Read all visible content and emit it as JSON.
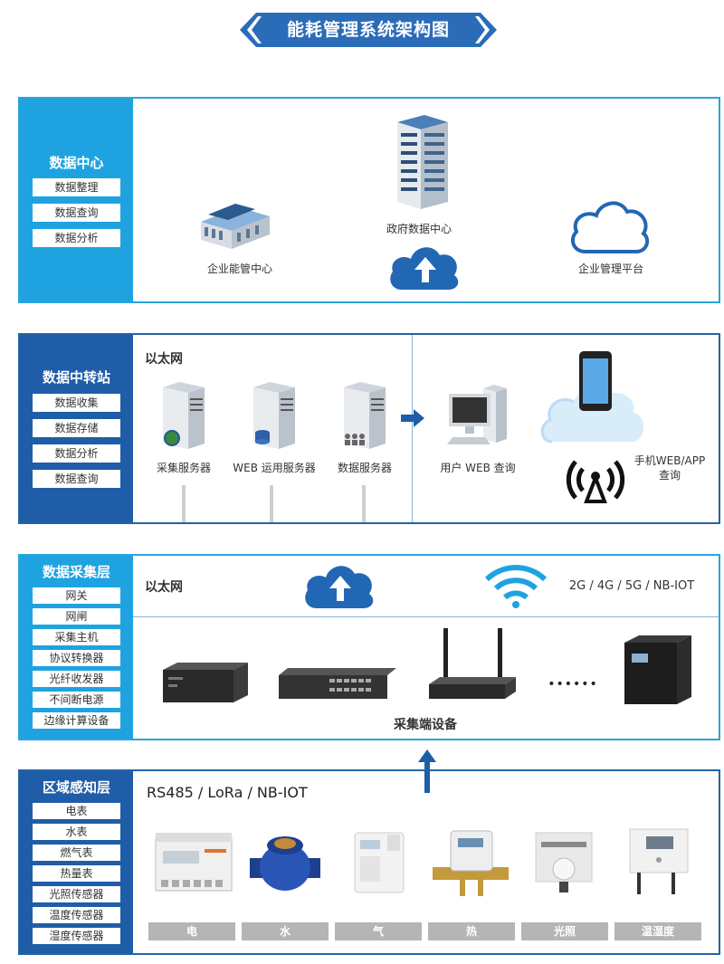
{
  "title": "能耗管理系统架构图",
  "colors": {
    "primary": "#1f5da8",
    "light": "#1fa3e0",
    "border_light": "#2ba3dd",
    "border_dark": "#2463a7"
  },
  "layers": {
    "data_center": {
      "title": "数据中心",
      "items": [
        "数据整理",
        "数据查询",
        "数据分析"
      ],
      "nodes": {
        "enterprise": "企业能管中心",
        "government": "政府数据中心",
        "platform": "企业管理平台"
      }
    },
    "transfer": {
      "title": "数据中转站",
      "items": [
        "数据收集",
        "数据存储",
        "数据分析",
        "数据查询"
      ],
      "ethernet": "以太网",
      "servers": [
        "采集服务器",
        "WEB 运用服务器",
        "数据服务器"
      ],
      "user_query": "用户 WEB 查询",
      "mobile_query_1": "手机WEB/APP",
      "mobile_query_2": "查询"
    },
    "collection": {
      "title": "数据采集层",
      "items": [
        "网关",
        "网闸",
        "采集主机",
        "协议转换器",
        "光纤收发器",
        "不间断电源",
        "边缘计算设备"
      ],
      "ethernet": "以太网",
      "network": "2G / 4G / 5G / NB-IOT",
      "device_label": "采集端设备",
      "ellipsis": "••••••"
    },
    "sensing": {
      "title": "区域感知层",
      "items": [
        "电表",
        "水表",
        "燃气表",
        "热量表",
        "光照传感器",
        "温度传感器",
        "湿度传感器"
      ],
      "protocols": "RS485 / LoRa / NB-IOT",
      "tabs": [
        "电",
        "水",
        "气",
        "热",
        "光照",
        "温湿度"
      ]
    }
  }
}
